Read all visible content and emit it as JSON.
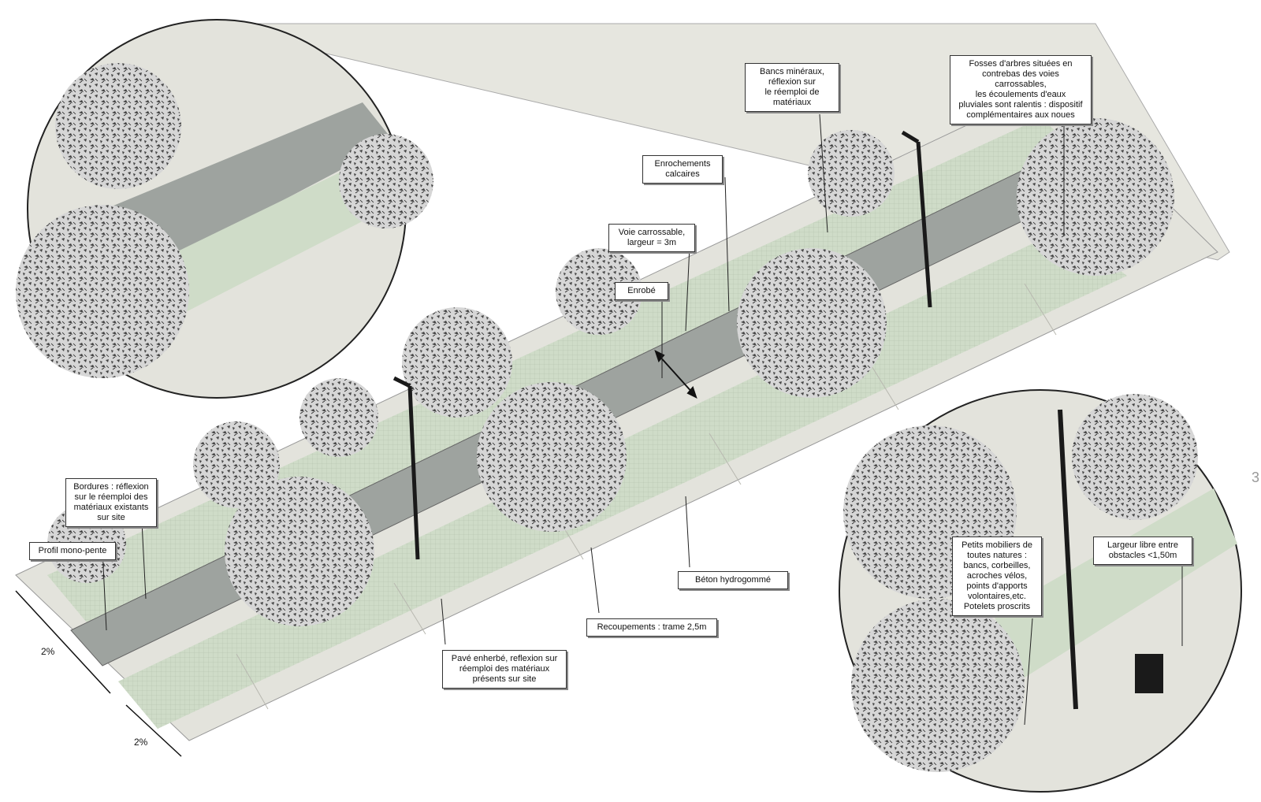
{
  "labels": {
    "bancs": "Bancs minéraux,\nréflexion sur\nle réemploi de\nmatériaux",
    "fosses": "Fosses d'arbres situées en\ncontrebas des voies carrossables,\nles écoulements d'eaux\npluviales sont ralentis : dispositif\ncomplémentaires aux noues",
    "enrochements": "Enrochements\ncalcaires",
    "voie": "Voie carrossable,\nlargeur = 3m",
    "enrobe": "Enrobé",
    "bordures": "Bordures : réflexion\nsur le réemploi des\nmatériaux existants\nsur site",
    "profil": "Profil mono-pente",
    "beton": "Béton hydrogommé",
    "recoupements": "Recoupements : trame 2,5m",
    "pave": "Pavé enherbé, reflexion sur\nréemploi des matériaux\nprésents sur site",
    "petits": "Petits mobiliers de\ntoutes natures :\nbancs, corbeilles,\nacroches vélos,\npoints d'apports\nvolontaires,etc.\nPotelets proscrits",
    "largeur": "Largeur libre entre\nobstacles <1,50m"
  },
  "dims": {
    "slope_a": "2%",
    "slope_b": "2%"
  },
  "page_number": "3",
  "colors": {
    "road": "#9ea39f",
    "paving": "#e3e3dc",
    "green": "#cfdcc8",
    "tree": "#bdbdbd",
    "lamp": "#1a1a1a"
  }
}
